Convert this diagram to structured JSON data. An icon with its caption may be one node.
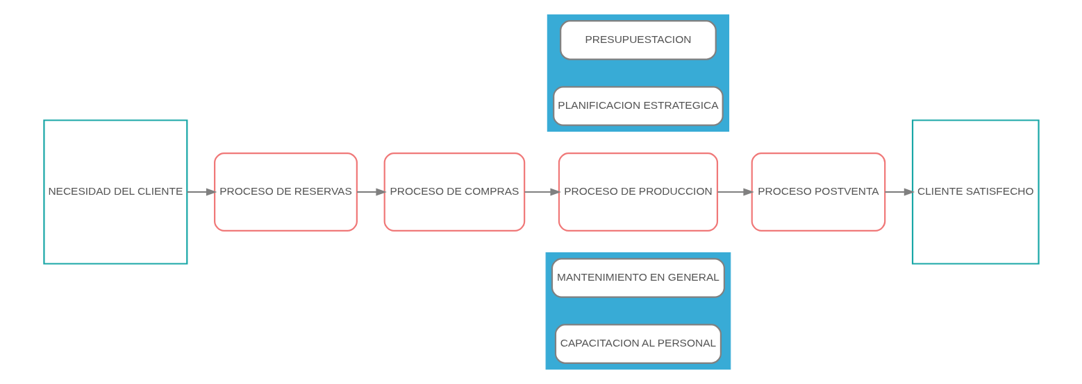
{
  "diagram": {
    "nodes": [
      {
        "text": [
          "NECESIDAD DEL CLIENTE"
        ]
      },
      {
        "text": [],
        "shape": "arrow"
      },
      {
        "text": [
          "PRESUPUESTACION"
        ],
        "in": 1
      },
      {
        "text": [
          "PLANIFICACION ESTRATEGICA"
        ],
        "in": 1
      },
      {
        "text": [
          "PROCESO DE RESERVAS"
        ]
      },
      {
        "text": [
          "PROCESO DE COMPRAS"
        ]
      },
      {
        "text": [
          "PROCESO DE PRODUCCION"
        ]
      },
      {
        "text": [
          "PROCESO POSTVENTA"
        ]
      },
      {
        "text": [
          "CLIENTE SATISFECHO"
        ]
      },
      {
        "text": [],
        "shape": "arrow"
      },
      {
        "text": [
          "CAPACITACION AL PERSONAL"
        ],
        "in": 9
      },
      {
        "text": [
          "MANTENIMIENTO EN GENERAL"
        ],
        "in": 9
      }
    ],
    "edges": [
      {
        "from": 0,
        "to": 4,
        "arrow": "to"
      },
      {
        "from": 4,
        "to": 5,
        "arrow": "to"
      },
      {
        "from": 5,
        "to": 6,
        "arrow": "to"
      },
      {
        "from": 6,
        "to": 7,
        "arrow": "to"
      },
      {
        "from": 7,
        "to": 8,
        "arrow": "to"
      }
    ]
  }
}
